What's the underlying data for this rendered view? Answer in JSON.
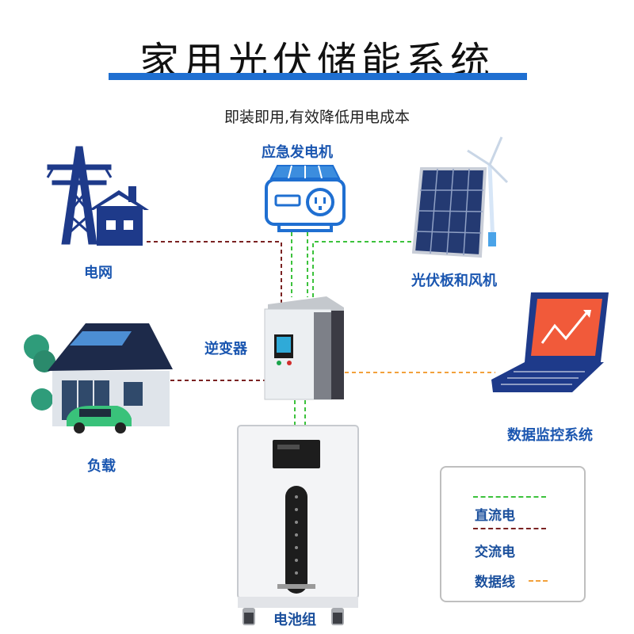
{
  "title": "家用光伏储能系统",
  "subtitle": "即装即用,有效降低用电成本",
  "nodes": {
    "grid": "电网",
    "generator": "应急发电机",
    "pv_wind": "光伏板和风机",
    "inverter": "逆变器",
    "load": "负载",
    "monitor": "数据监控系统",
    "battery": "电池组"
  },
  "legend": {
    "dc": "直流电",
    "ac": "交流电",
    "data": "数据线"
  },
  "colors": {
    "accent": "#1f6fd1",
    "dc_line": "#3cc23c",
    "ac_line": "#7a2222",
    "data_line": "#f2a13c",
    "icon_blue": "#1e3a8a"
  }
}
